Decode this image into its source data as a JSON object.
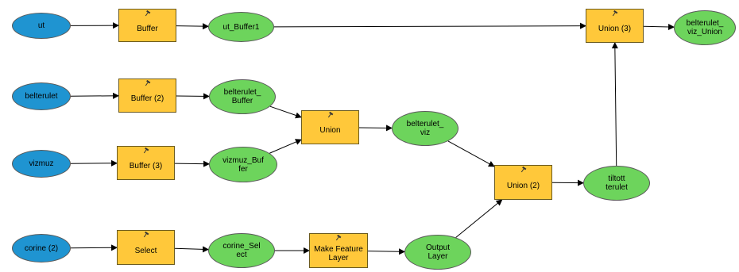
{
  "diagram": {
    "nodes": {
      "ut": {
        "label": "ut",
        "kind": "input-data"
      },
      "buffer1": {
        "label": "Buffer",
        "kind": "tool"
      },
      "ut_buffer1": {
        "label": "ut_Buffer1",
        "kind": "derived-data"
      },
      "union3": {
        "label": "Union (3)",
        "kind": "tool"
      },
      "belterulet_viz_union": {
        "label": "belterulet_\nviz_Union",
        "kind": "derived-data"
      },
      "belterulet": {
        "label": "belterulet",
        "kind": "input-data"
      },
      "buffer2": {
        "label": "Buffer (2)",
        "kind": "tool"
      },
      "belterulet_buffer": {
        "label": "belterulet_\nBuffer",
        "kind": "derived-data"
      },
      "union1": {
        "label": "Union",
        "kind": "tool"
      },
      "belterulet_viz": {
        "label": "belterulet_\nviz",
        "kind": "derived-data"
      },
      "vizmuz": {
        "label": "vizmuz",
        "kind": "input-data"
      },
      "buffer3": {
        "label": "Buffer (3)",
        "kind": "tool"
      },
      "vizmuz_buffer": {
        "label": "vizmuz_Buf\nfer",
        "kind": "derived-data"
      },
      "union2": {
        "label": "Union (2)",
        "kind": "tool"
      },
      "tiltott_terulet": {
        "label": "tiltott\nterulet",
        "kind": "derived-data"
      },
      "corine2": {
        "label": "corine (2)",
        "kind": "input-data"
      },
      "select": {
        "label": "Select",
        "kind": "tool"
      },
      "corine_select": {
        "label": "corine_Sel\nect",
        "kind": "derived-data"
      },
      "make_feature_layer": {
        "label": "Make Feature\nLayer",
        "kind": "tool"
      },
      "output_layer": {
        "label": "Output\nLayer",
        "kind": "derived-data"
      }
    },
    "edges": [
      [
        "ut",
        "buffer1"
      ],
      [
        "buffer1",
        "ut_buffer1"
      ],
      [
        "ut_buffer1",
        "union3"
      ],
      [
        "union3",
        "belterulet_viz_union"
      ],
      [
        "belterulet",
        "buffer2"
      ],
      [
        "buffer2",
        "belterulet_buffer"
      ],
      [
        "belterulet_buffer",
        "union1"
      ],
      [
        "vizmuz",
        "buffer3"
      ],
      [
        "buffer3",
        "vizmuz_buffer"
      ],
      [
        "vizmuz_buffer",
        "union1"
      ],
      [
        "union1",
        "belterulet_viz"
      ],
      [
        "belterulet_viz",
        "union2"
      ],
      [
        "corine2",
        "select"
      ],
      [
        "select",
        "corine_select"
      ],
      [
        "corine_select",
        "make_feature_layer"
      ],
      [
        "make_feature_layer",
        "output_layer"
      ],
      [
        "output_layer",
        "union2"
      ],
      [
        "union2",
        "tiltott_terulet"
      ],
      [
        "tiltott_terulet",
        "union3"
      ]
    ],
    "colors": {
      "input_data": "#1f94d1",
      "derived_data": "#6dd45c",
      "tool": "#ffc83a",
      "connector": "#000000"
    },
    "icons": {
      "tool": "hammer-icon"
    }
  }
}
